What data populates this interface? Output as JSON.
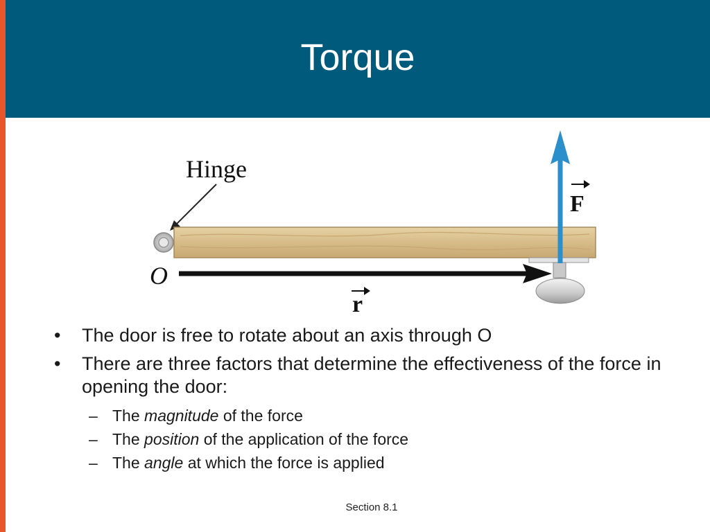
{
  "title": "Torque",
  "figure": {
    "hinge_label": "Hinge",
    "origin_label": "O",
    "force_label": "F",
    "radius_label": "r",
    "colors": {
      "door_wood": "#d9bf8a",
      "force_arrow": "#2a8fcb",
      "radius_arrow": "#111111"
    }
  },
  "bullets": [
    {
      "text": "The door is free to rotate about an axis through O"
    },
    {
      "text": "There are three factors that determine the effectiveness of the force in opening the door:"
    }
  ],
  "sub_bullets": [
    {
      "pre": "The ",
      "em": "magnitude",
      "post": " of the force"
    },
    {
      "pre": "The ",
      "em": "position",
      "post": " of the application of the force"
    },
    {
      "pre": "The ",
      "em": "angle",
      "post": " at which the force is applied"
    }
  ],
  "footer": "Section 8.1",
  "colors": {
    "header_bg": "#005a7c",
    "accent": "#e8562a"
  }
}
